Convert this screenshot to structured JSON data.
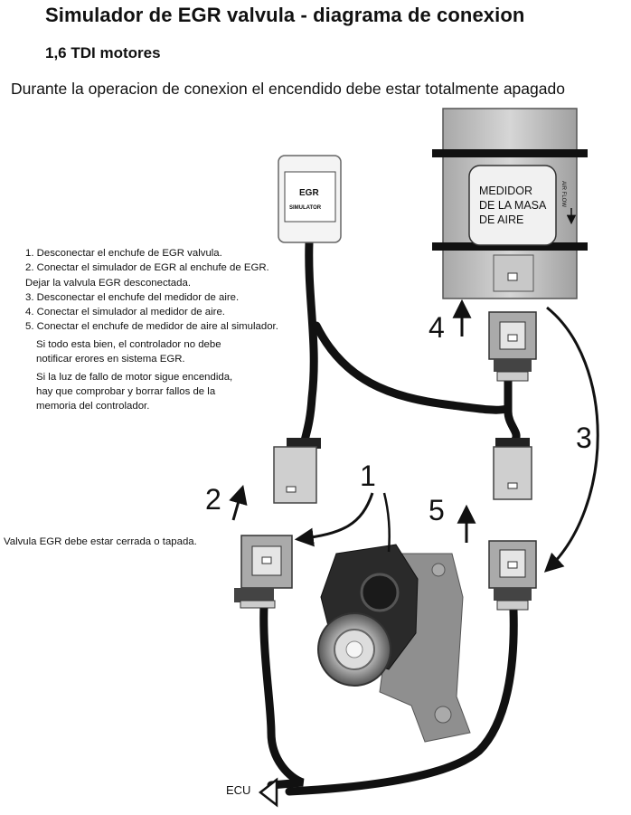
{
  "title": "Simulador de EGR valvula - diagrama de conexion",
  "subtitle": "1,6 TDI motores",
  "warning": "Durante la operacion de conexion el encendido debe estar totalmente apagado",
  "steps": [
    "1. Desconectar el enchufe de EGR valvula.",
    "2. Conectar el simulador de EGR al enchufe de EGR.",
    "Dejar la valvula EGR desconectada.",
    "3. Desconectar el enchufe del medidor de aire.",
    "4. Conectar el simulador al medidor de aire.",
    "5. Conectar el enchufe de medidor de aire al simulador."
  ],
  "notes": [
    [
      "Si todo esta bien, el controlador no debe",
      "notificar erores en sistema EGR."
    ],
    [
      "Si la luz de fallo de motor sigue encendida,",
      "hay que comprobar y borrar fallos de la",
      "memoria del controlador."
    ]
  ],
  "side_note": "Valvula EGR debe estar cerrada o tapada.",
  "egr_box": {
    "label": "EGR",
    "sublabel": "SIMULATOR"
  },
  "maf": {
    "lines": [
      "MEDIDOR",
      "DE LA MASA",
      "DE AIRE"
    ],
    "airflow": "AIR FLOW"
  },
  "step_numbers": {
    "n1": "1",
    "n2": "2",
    "n3": "3",
    "n4": "4",
    "n5": "5"
  },
  "ecu": "ECU"
}
